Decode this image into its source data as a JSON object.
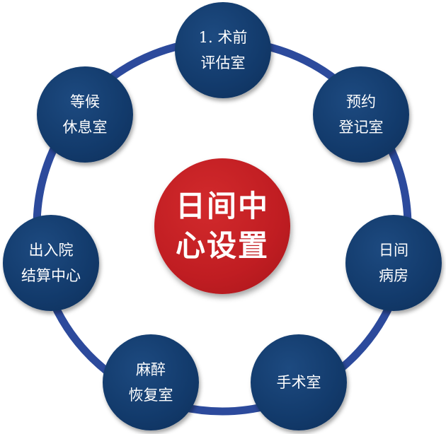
{
  "center": {
    "line1": "日间中",
    "line2": "心设置"
  },
  "nodes": [
    {
      "line1": "1. 术前",
      "line2": "评估室"
    },
    {
      "line1": "预约",
      "line2": "登记室"
    },
    {
      "line1": "日间",
      "line2": "病房"
    },
    {
      "line1": "手术室",
      "line2": ""
    },
    {
      "line1": "麻醉",
      "line2": "恢复室"
    },
    {
      "line1": "出入院",
      "line2": "结算中心"
    },
    {
      "line1": "等候",
      "line2": "休息室"
    }
  ],
  "colors": {
    "ring": "#2c4a9c",
    "node": "#123a6b",
    "center": "#c01d22",
    "text": "#ffffff"
  }
}
